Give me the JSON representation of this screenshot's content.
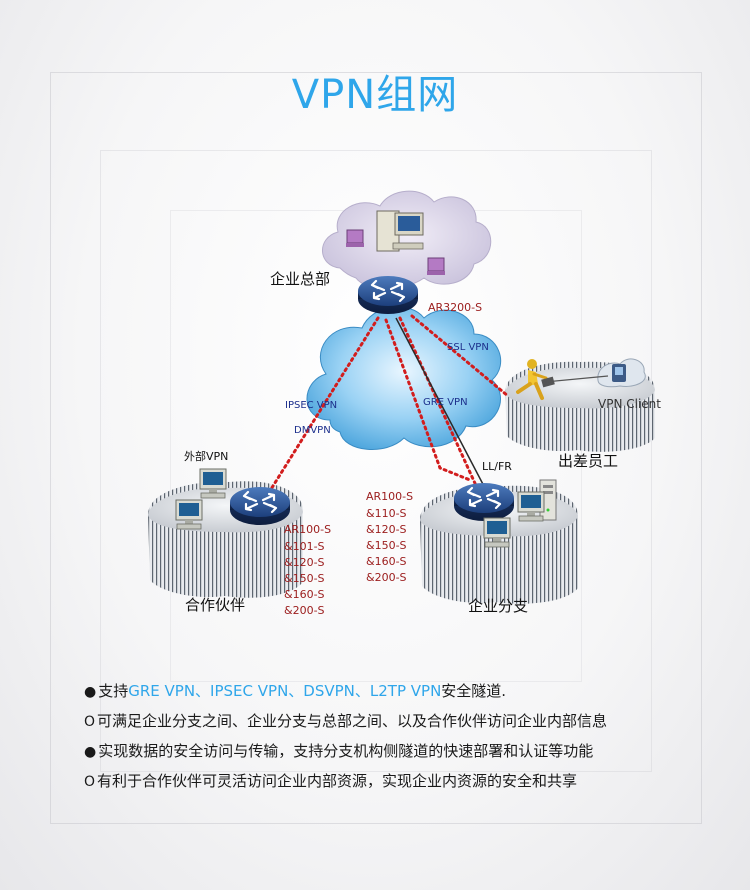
{
  "page": {
    "title": "VPN组网"
  },
  "diagram": {
    "hq_label": "企业总部",
    "hq_router": "AR3200-S",
    "ssl_vpn": "SSL VPN",
    "ipsec_vpn": "IPSEC VPN",
    "dmvpn": "DMVPN",
    "gre_vpn": "GRE VPN",
    "llfr": "LL/FR",
    "external_vpn": "外部VPN",
    "vpn_client": "VPN Client",
    "travel_staff": "出差员工",
    "partner_label": "合作伙伴",
    "branch_label": "企业分支",
    "partner_models": [
      "AR100-S",
      "&101-S",
      "&120-S",
      "&150-S",
      "&160-S",
      "&200-S"
    ],
    "branch_models": [
      "AR100-S",
      "&110-S",
      "&120-S",
      "&150-S",
      "&160-S",
      "&200-S"
    ]
  },
  "bullets": [
    {
      "mark": "●",
      "pre": "支持",
      "highlight": "GRE VPN、IPSEC VPN、DSVPN、L2TP VPN",
      "post": "安全隧道."
    },
    {
      "mark": "O",
      "pre": "可满足企业分支之间、企业分支与总部之间、以及合作伙伴访问企业内部信息",
      "highlight": "",
      "post": ""
    },
    {
      "mark": "●",
      "pre": "实现数据的安全访问与传输，支持分支机构侧隧道的快速部署和认证等功能",
      "highlight": "",
      "post": ""
    },
    {
      "mark": "O",
      "pre": "有利于合作伙伴可灵活访问企业内部资源，实现企业内资源的安全和共享",
      "highlight": "",
      "post": ""
    }
  ],
  "colors": {
    "accent": "#2fa6ea",
    "model_text": "#9b1c1c",
    "vpn_text": "#1c2f8c",
    "tunnel": "#d21d1d"
  }
}
